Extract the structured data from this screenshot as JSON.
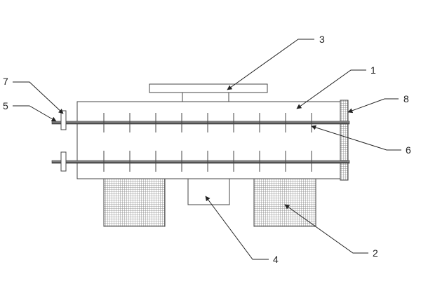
{
  "labels": {
    "l1": "1",
    "l2": "2",
    "l3": "3",
    "l4": "4",
    "l5": "5",
    "l6": "6",
    "l7": "7",
    "l8": "8"
  },
  "colors": {
    "stroke": "#444444",
    "hatch": "#8a8a8a",
    "background": "#ffffff"
  }
}
